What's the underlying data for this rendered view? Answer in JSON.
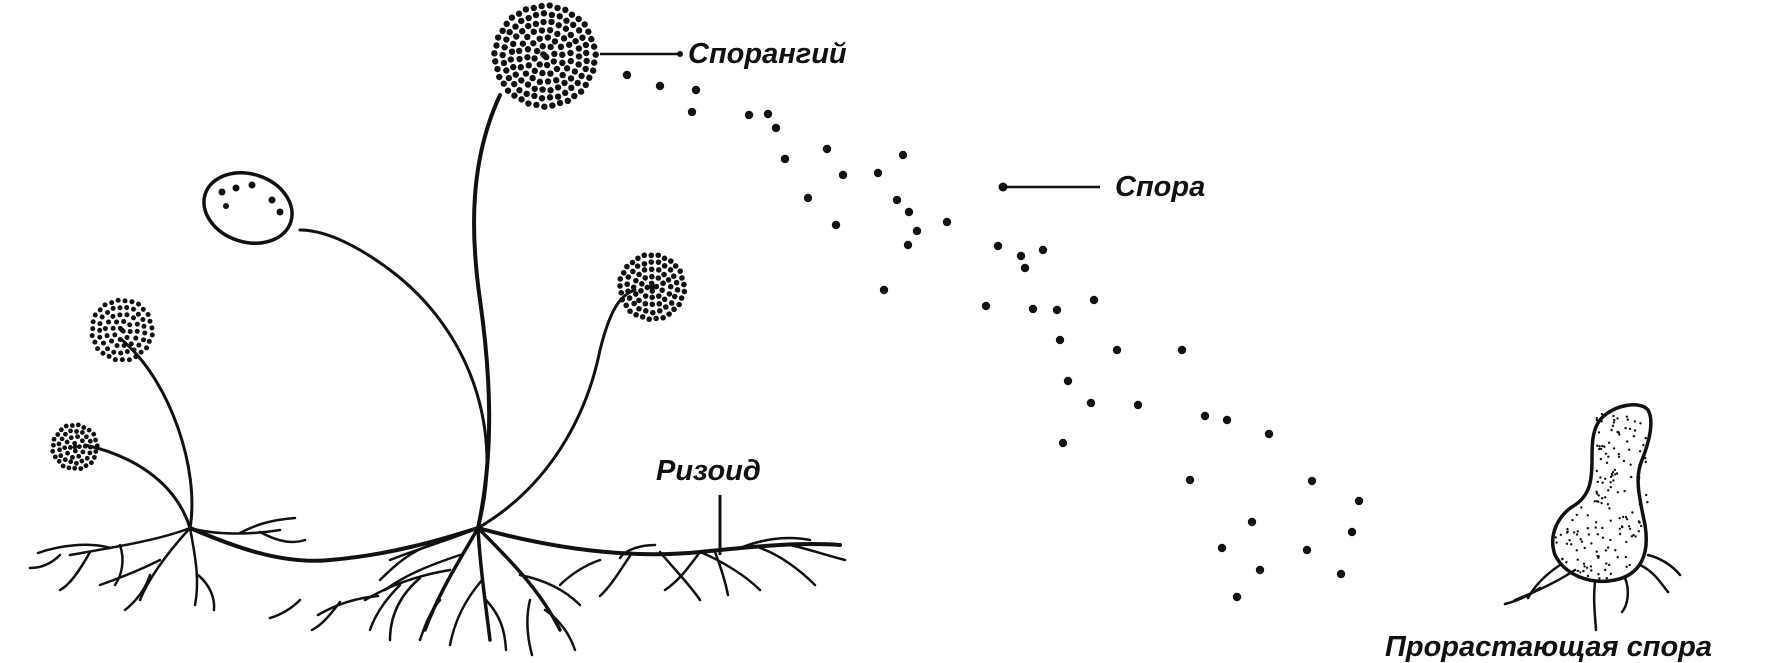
{
  "labels": {
    "sporangium": "Спорангий",
    "spore": "Спора",
    "rhizoid": "Ризоид",
    "germinating_spore": "Прорастающая спора"
  },
  "colors": {
    "ink": "#111111",
    "background": "#ffffff"
  }
}
